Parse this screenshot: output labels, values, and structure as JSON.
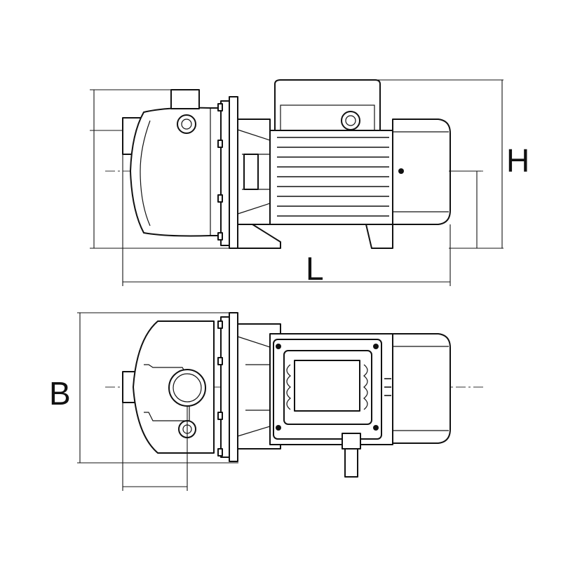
{
  "labels": {
    "height": "H",
    "length": "L",
    "width": "B"
  },
  "colors": {
    "line": "#111111",
    "background": "#ffffff"
  }
}
